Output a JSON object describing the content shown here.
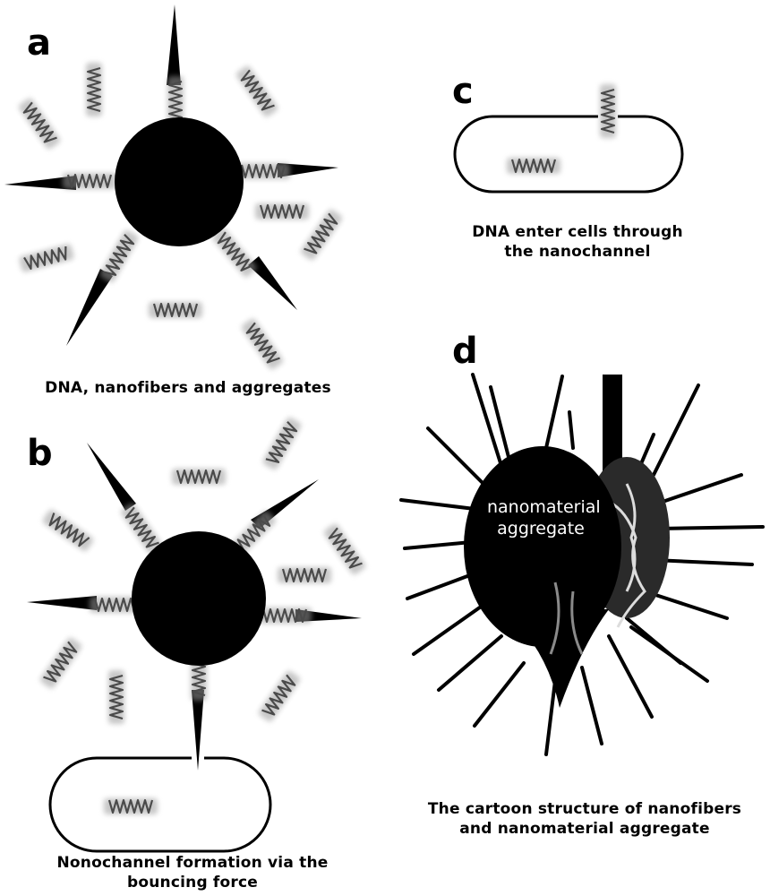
{
  "panels": {
    "a": {
      "letter": "a",
      "caption": "DNA, nanofibers and aggregates"
    },
    "b": {
      "letter": "b",
      "caption_line1": "Nonochannel formation via the",
      "caption_line2": "bouncing force"
    },
    "c": {
      "letter": "c",
      "caption_line1": "DNA enter cells through",
      "caption_line2": "the nanochannel"
    },
    "d": {
      "letter": "d",
      "label_line1": "nanomaterial",
      "label_line2": "aggregate",
      "caption_line1": "The cartoon structure of nanofibers",
      "caption_line2": "and nanomaterial aggregate"
    }
  },
  "colors": {
    "aggregate": "#000000",
    "spring": "#6e6e6e",
    "background": "#ffffff"
  }
}
